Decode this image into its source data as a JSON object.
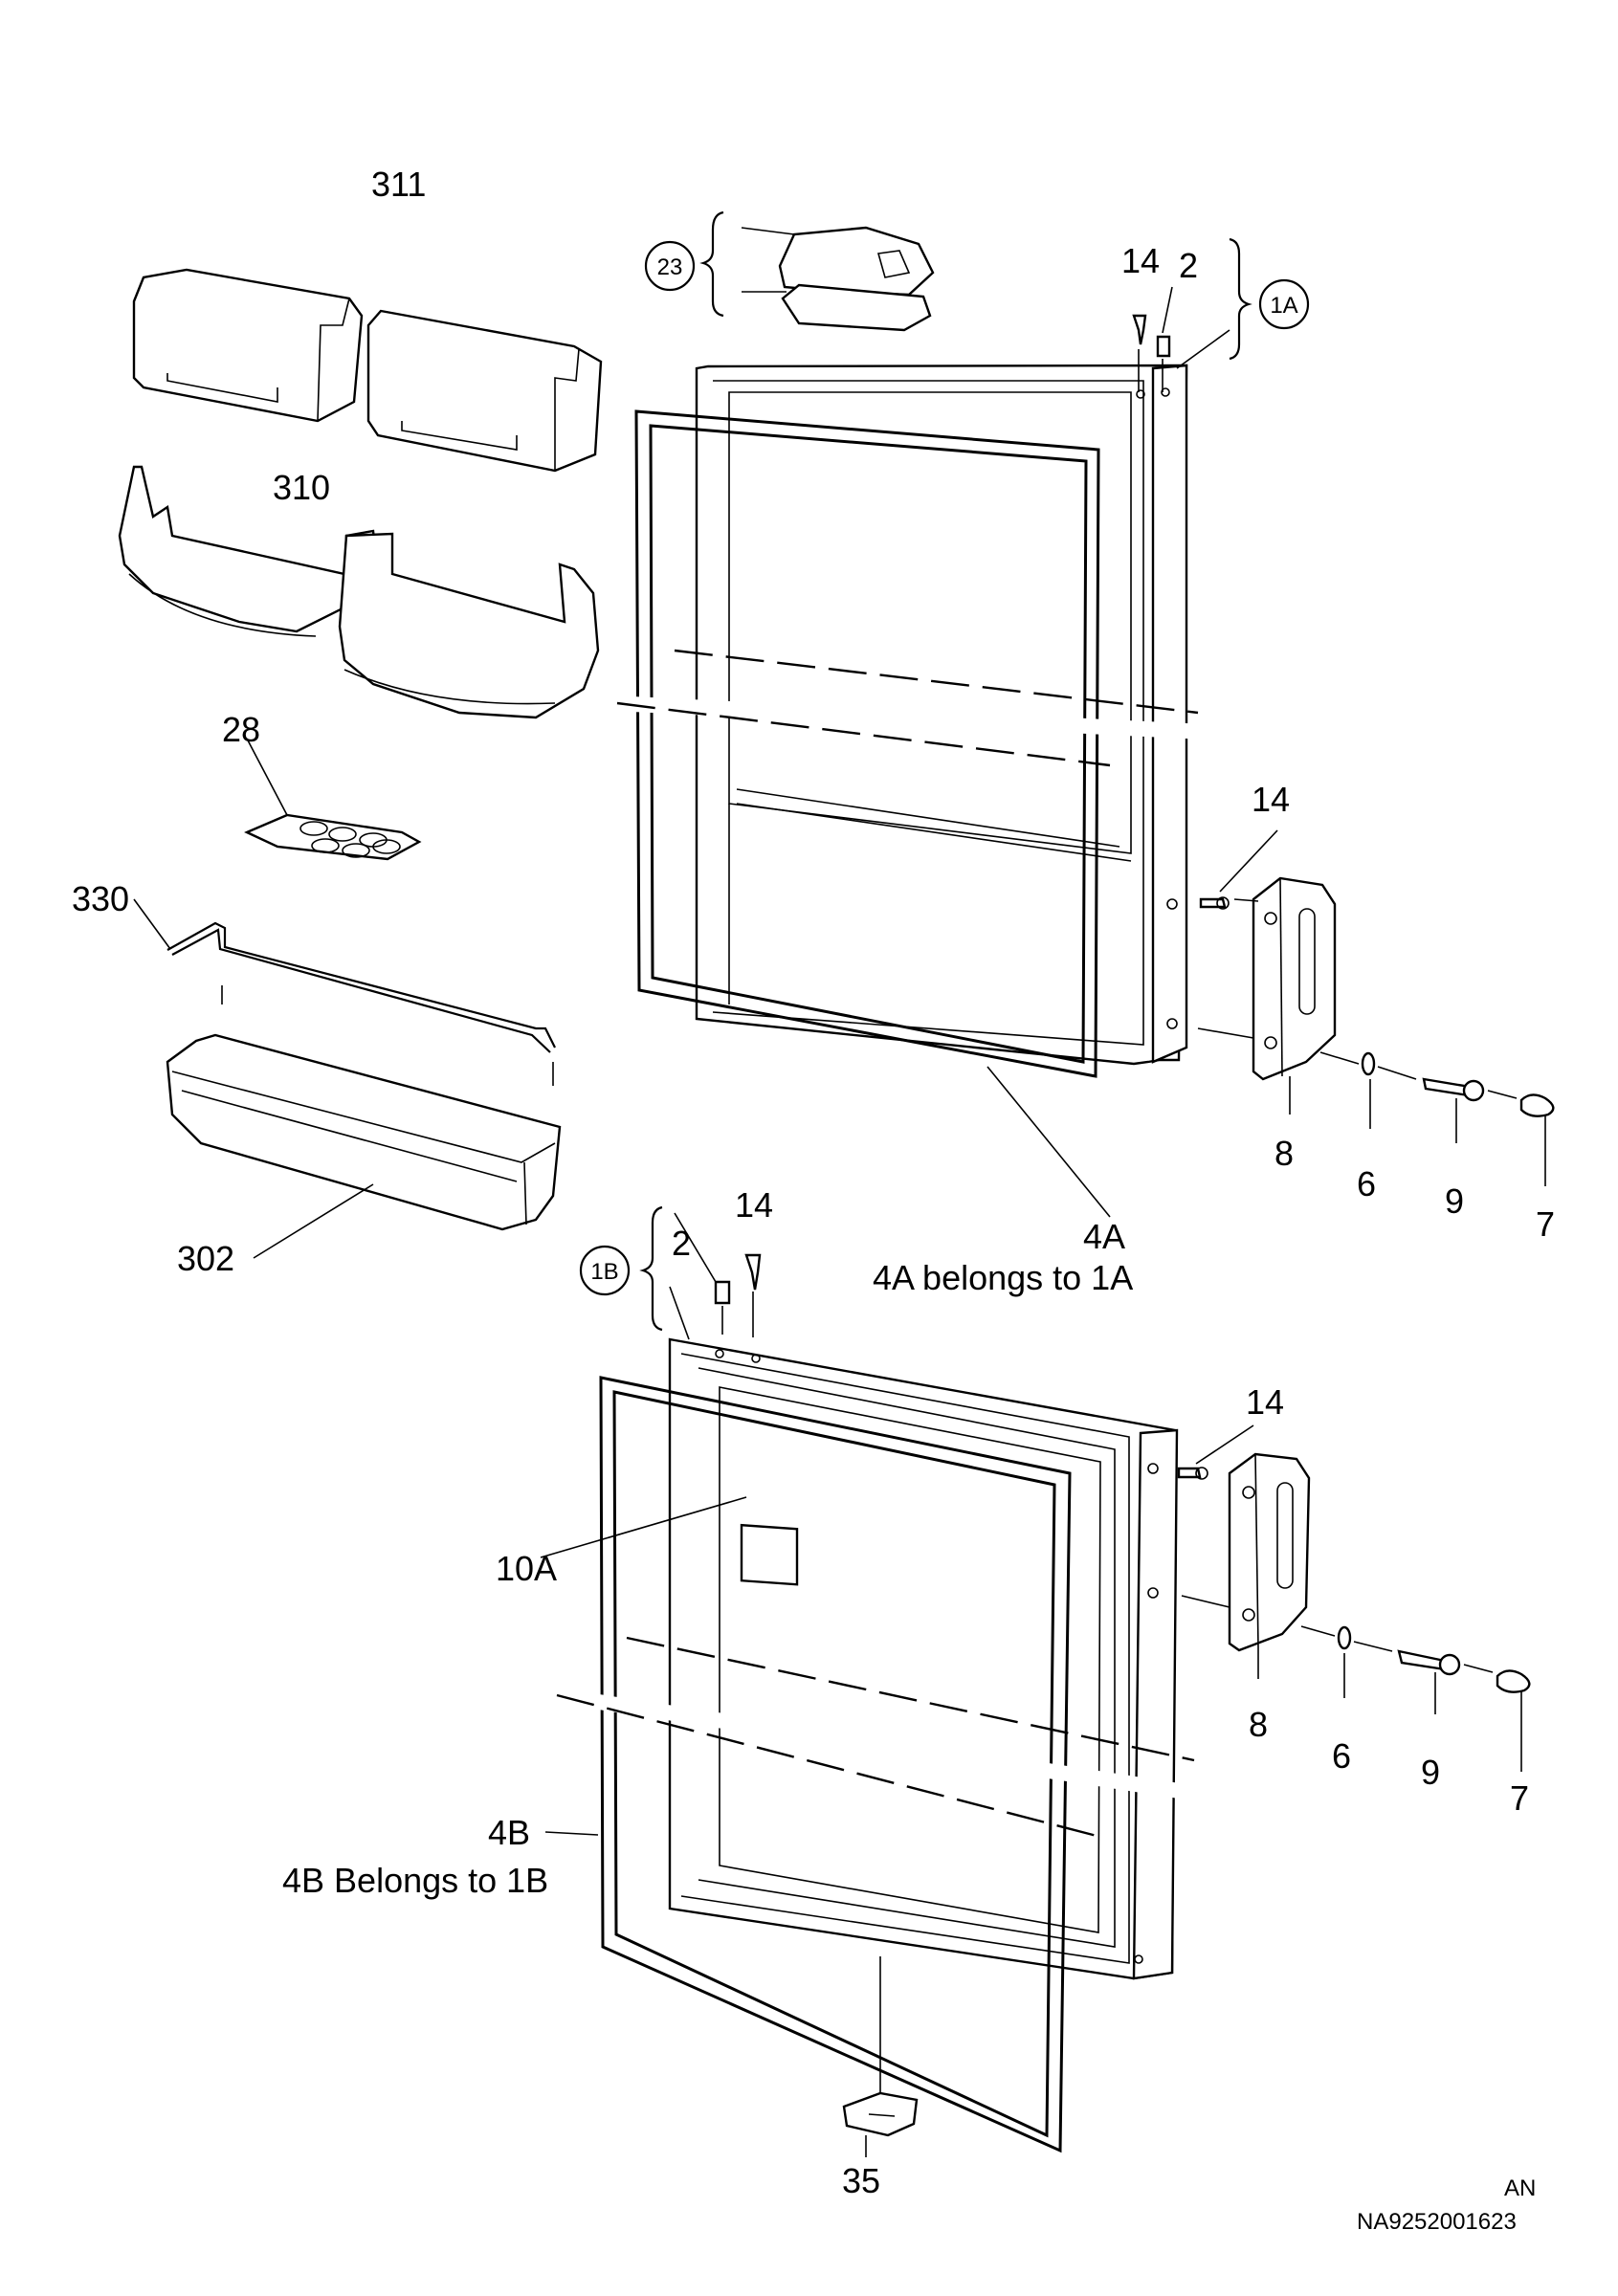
{
  "diagram": {
    "labels": {
      "l311": "311",
      "l310": "310",
      "l28": "28",
      "l330": "330",
      "l302": "302",
      "l23": "23",
      "l1A": "1A",
      "l14_top": "14",
      "l2_top": "2",
      "l14_mid": "14",
      "l8_a": "8",
      "l6_a": "6",
      "l9_a": "9",
      "l7_a": "7",
      "l4A": "4A",
      "l4A_note": "4A belongs to 1A",
      "l1B": "1B",
      "l2_b": "2",
      "l14_b": "14",
      "l14_b2": "14",
      "l10A": "10A",
      "l8_b": "8",
      "l6_b": "6",
      "l9_b": "9",
      "l7_b": "7",
      "l4B": "4B",
      "l4B_note": "4B  Belongs to 1B",
      "l35": "35",
      "code_an": "AN",
      "code_doc": "NA9252001623"
    }
  }
}
